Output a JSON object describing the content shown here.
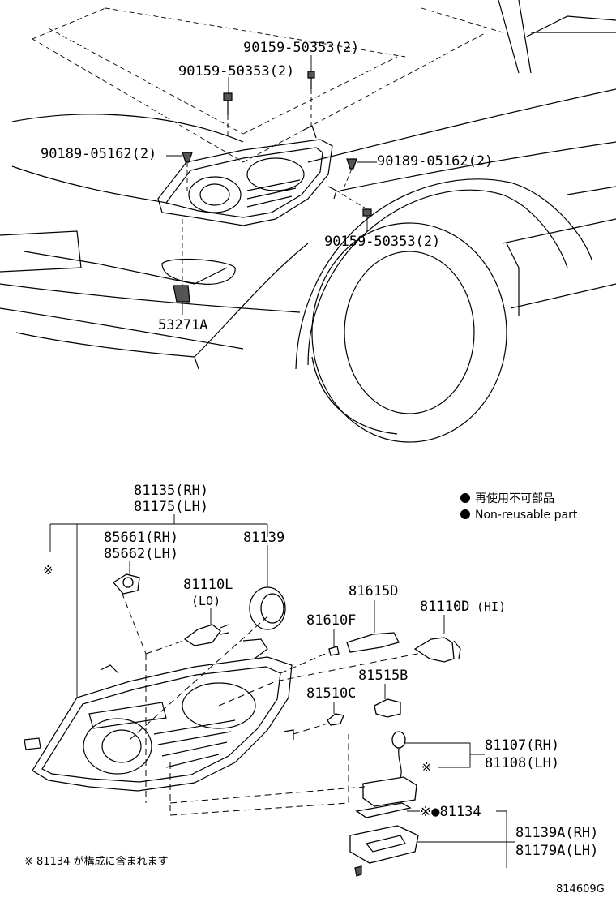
{
  "top_callouts": {
    "bolt_upper_right": "90159-50353(2)",
    "bolt_upper_left": "90159-50353(2)",
    "clip_left": "90189-05162(2)",
    "clip_right": "90189-05162(2)",
    "bolt_lower": "90159-50353(2)",
    "bracket": "53271A"
  },
  "bottom_callouts": {
    "assembly_rh": "81135(RH)",
    "assembly_lh": "81175(LH)",
    "bulb_socket_rh": "85661(RH)",
    "bulb_socket_lh": "85662(LH)",
    "cover": "81139",
    "lo_bulb": "81110L",
    "lo_tag": "(LO)",
    "bulb_81615": "81615D",
    "hi_bulb": "81110D",
    "hi_tag": "(HI)",
    "bulb_81610": "81610F",
    "socket_81515": "81515B",
    "bulb_81510": "81510C",
    "part_rh_81107": "81107(RH)",
    "part_lh_81108": "81108(LH)",
    "part_81134": "※●81134",
    "part_rh_81139a": "81139A(RH)",
    "part_lh_81179a": "81179A(LH)",
    "asterisk": "※",
    "asterisk_81107": "※"
  },
  "legend": {
    "line1": "再使用不可部品",
    "line2": "Non-reusable part"
  },
  "footnote": "※ 81134 が構成に含まれます",
  "diagram_id": "814609G"
}
